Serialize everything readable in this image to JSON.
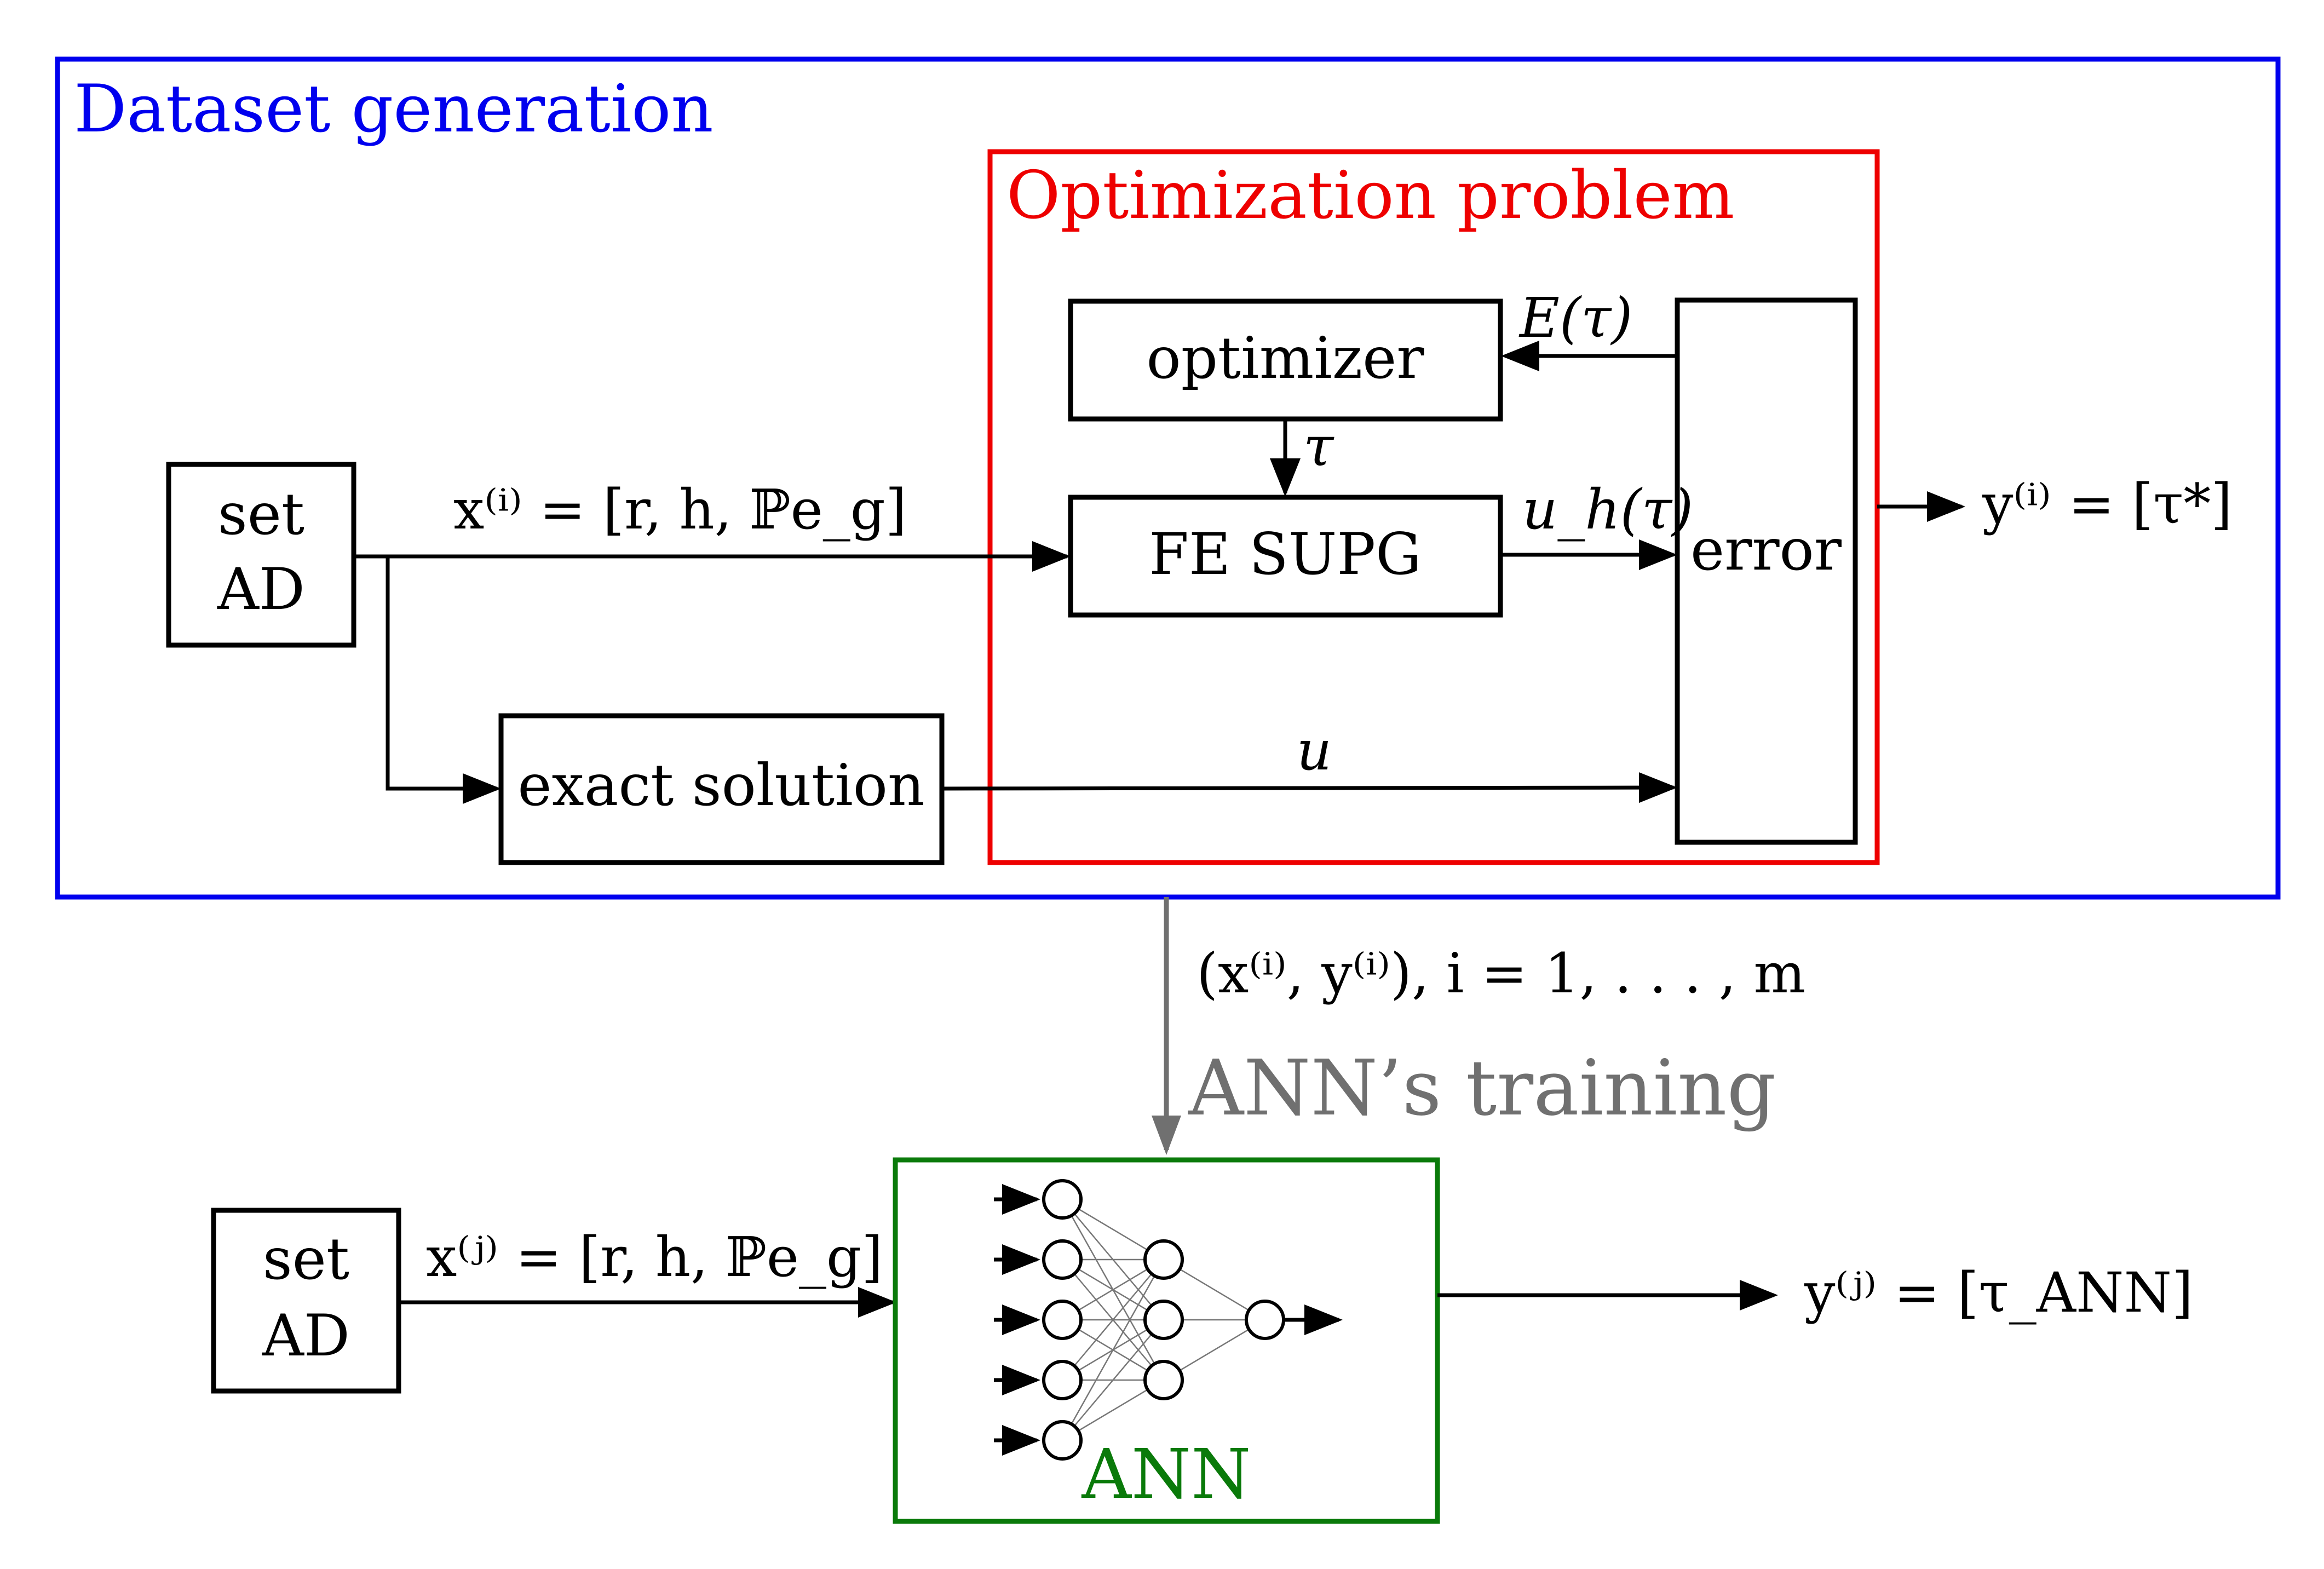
{
  "colors": {
    "dataset_frame": "#0000ee",
    "optimization_frame": "#ee0000",
    "ann_frame": "#0a7a0a",
    "training_arrow": "#707070",
    "box_stroke": "#000000"
  },
  "dataset_generation": {
    "title": "Dataset generation",
    "set_ad": {
      "line1": "set",
      "line2": "AD"
    },
    "x_label": "x⁽ⁱ⁾ = [r, h, ℙe_g]",
    "exact_solution": "exact solution",
    "u_label": "u",
    "output_label": "y⁽ⁱ⁾ = [τ*]"
  },
  "optimization_problem": {
    "title": "Optimization problem",
    "optimizer": "optimizer",
    "fe_supg": "FE SUPG",
    "error": "error",
    "e_tau_label": "E(τ)",
    "tau_label": "τ",
    "uh_label": "u_h(τ)"
  },
  "training": {
    "pairs_label": "(x⁽ⁱ⁾, y⁽ⁱ⁾),  i = 1, . . . , m",
    "label": "ANN’s training"
  },
  "inference": {
    "set_ad": {
      "line1": "set",
      "line2": "AD"
    },
    "x_label": "x⁽ʲ⁾ = [r, h, ℙe_g]",
    "ann_label": "ANN",
    "output_label": "y⁽ʲ⁾ = [τ_ANN]"
  }
}
